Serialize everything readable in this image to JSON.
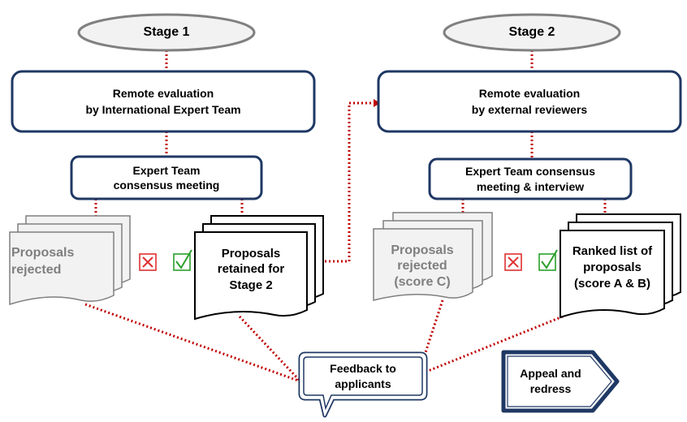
{
  "stage1": {
    "title": "Stage 1",
    "remote_eval": [
      "Remote evaluation",
      "by International Expert Team"
    ],
    "consensus": [
      "Expert Team",
      "consensus meeting"
    ],
    "rejected": [
      "Proposals",
      "rejected"
    ],
    "retained": [
      "Proposals",
      "retained for",
      "Stage 2"
    ]
  },
  "stage2": {
    "title": "Stage 2",
    "remote_eval": [
      "Remote evaluation",
      "by external reviewers"
    ],
    "consensus": [
      "Expert Team consensus",
      "meeting & interview"
    ],
    "rejected": [
      "Proposals",
      "rejected",
      "(score C)"
    ],
    "ranked": [
      "Ranked list of",
      "proposals",
      "(score A & B)"
    ]
  },
  "feedback": [
    "Feedback to",
    "applicants"
  ],
  "appeal": [
    "Appeal and",
    "redress"
  ],
  "colors": {
    "border": "#1f3864",
    "connector": "#c00000",
    "reject_icon": "#e03030",
    "accept_icon": "#2aa02a",
    "gray_text": "#7f7f7f"
  }
}
